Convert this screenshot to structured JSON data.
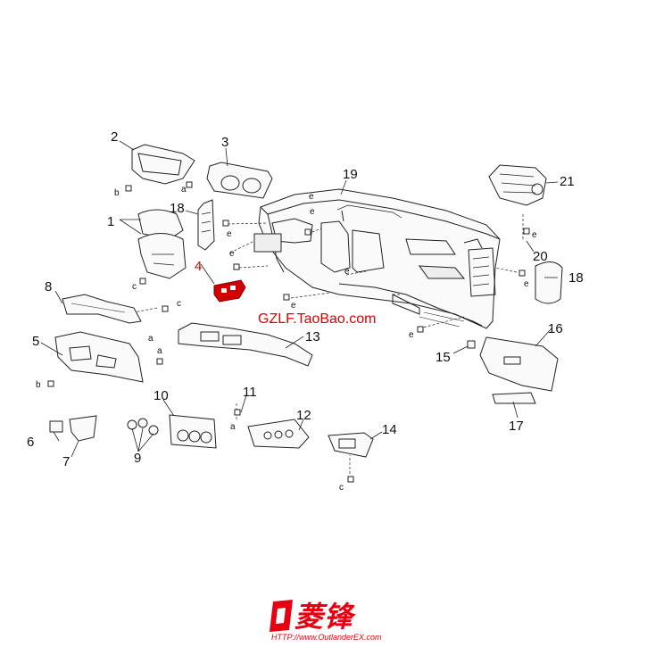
{
  "parts": [
    {
      "id": "p1",
      "label": "1"
    },
    {
      "id": "p2",
      "label": "2"
    },
    {
      "id": "p3",
      "label": "3"
    },
    {
      "id": "p4",
      "label": "4"
    },
    {
      "id": "p5",
      "label": "5"
    },
    {
      "id": "p6",
      "label": "6"
    },
    {
      "id": "p7",
      "label": "7"
    },
    {
      "id": "p8",
      "label": "8"
    },
    {
      "id": "p9",
      "label": "9"
    },
    {
      "id": "p10",
      "label": "10"
    },
    {
      "id": "p11",
      "label": "11"
    },
    {
      "id": "p12",
      "label": "12"
    },
    {
      "id": "p13",
      "label": "13"
    },
    {
      "id": "p14",
      "label": "14"
    },
    {
      "id": "p15",
      "label": "15"
    },
    {
      "id": "p16",
      "label": "16"
    },
    {
      "id": "p17",
      "label": "17"
    },
    {
      "id": "p18a",
      "label": "18"
    },
    {
      "id": "p18b",
      "label": "18"
    },
    {
      "id": "p19",
      "label": "19"
    },
    {
      "id": "p20",
      "label": "20"
    },
    {
      "id": "p21",
      "label": "21"
    }
  ],
  "fasteners": {
    "a1": "a",
    "a2": "a",
    "a3": "a",
    "a4": "a",
    "b1": "b",
    "b2": "b",
    "c1": "c",
    "c2": "c",
    "c3": "c",
    "e1": "e",
    "e2": "e",
    "e3": "e",
    "e4": "e",
    "e5": "e",
    "e6": "e",
    "e7": "e",
    "e8": "e"
  },
  "highlight_color": "#d40000",
  "watermark": "GZLF.TaoBao.com",
  "brand": {
    "logo_text": "菱锋",
    "url": "HTTP://www.OutlanderEX.com",
    "color": "#e60012"
  }
}
